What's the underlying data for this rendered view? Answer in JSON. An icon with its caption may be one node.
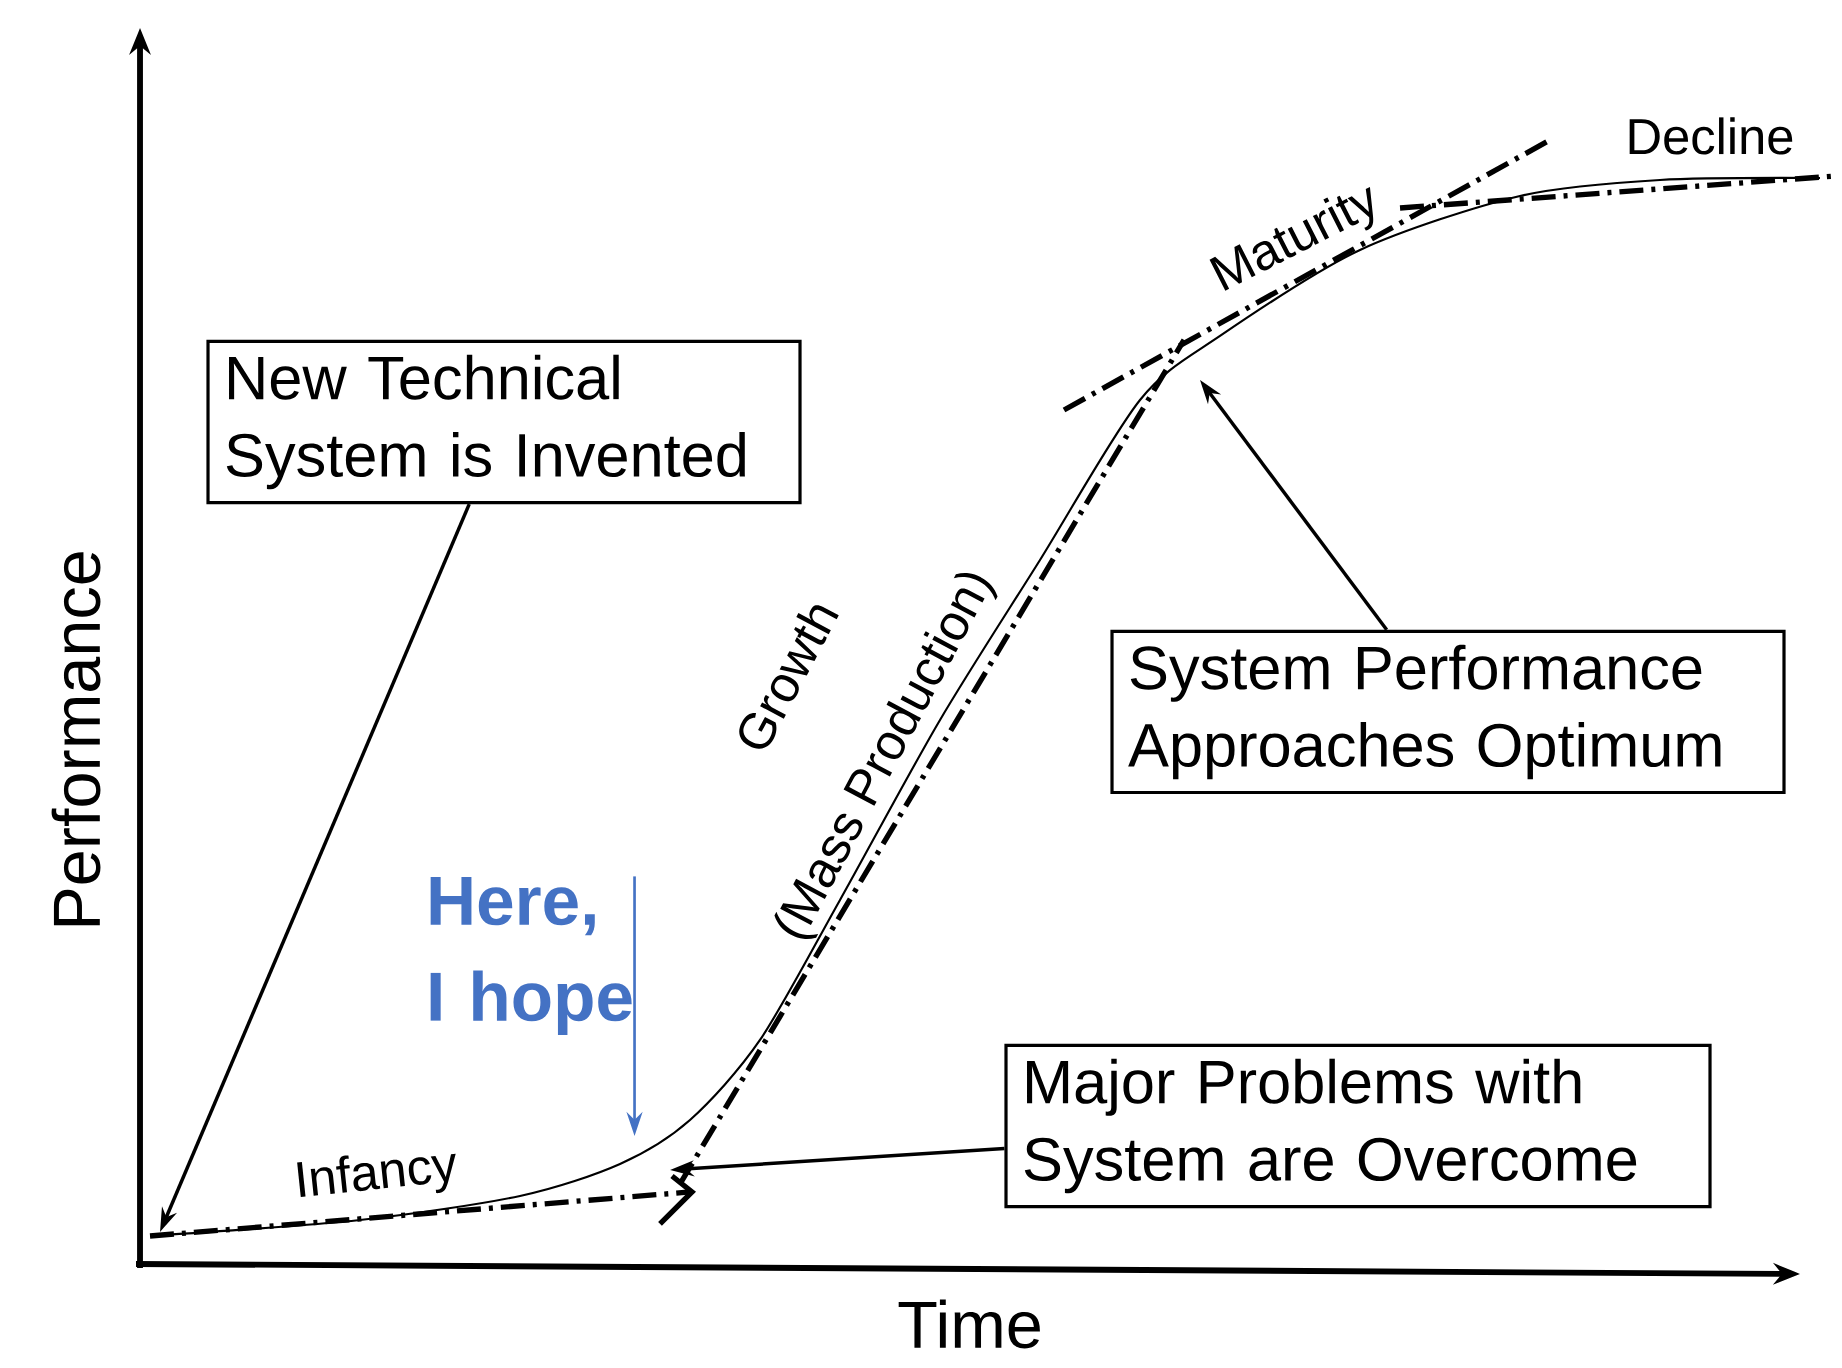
{
  "diagram": {
    "nodes": [
      {
        "text": [
          "New Technical System is Invented"
        ]
      },
      {
        "text": [
          "System Performance Approaches Optimum"
        ]
      },
      {
        "text": [
          "Major Problems with System are Overcome"
        ]
      },
      {
        "text": [
          "Here, I hope"
        ]
      }
    ],
    "edges": [
      {
        "from": 0,
        "to": null,
        "arrow": "to"
      },
      {
        "from": 1,
        "to": null,
        "arrow": "to"
      },
      {
        "from": 2,
        "to": null,
        "arrow": "to"
      },
      {
        "from": 3,
        "to": null,
        "arrow": "to",
        "color": "#4472c4"
      }
    ],
    "labels": [
      "Performance",
      "Time",
      "Infancy",
      "Growth",
      "(Mass Production)",
      "Maturity",
      "Decline"
    ]
  }
}
